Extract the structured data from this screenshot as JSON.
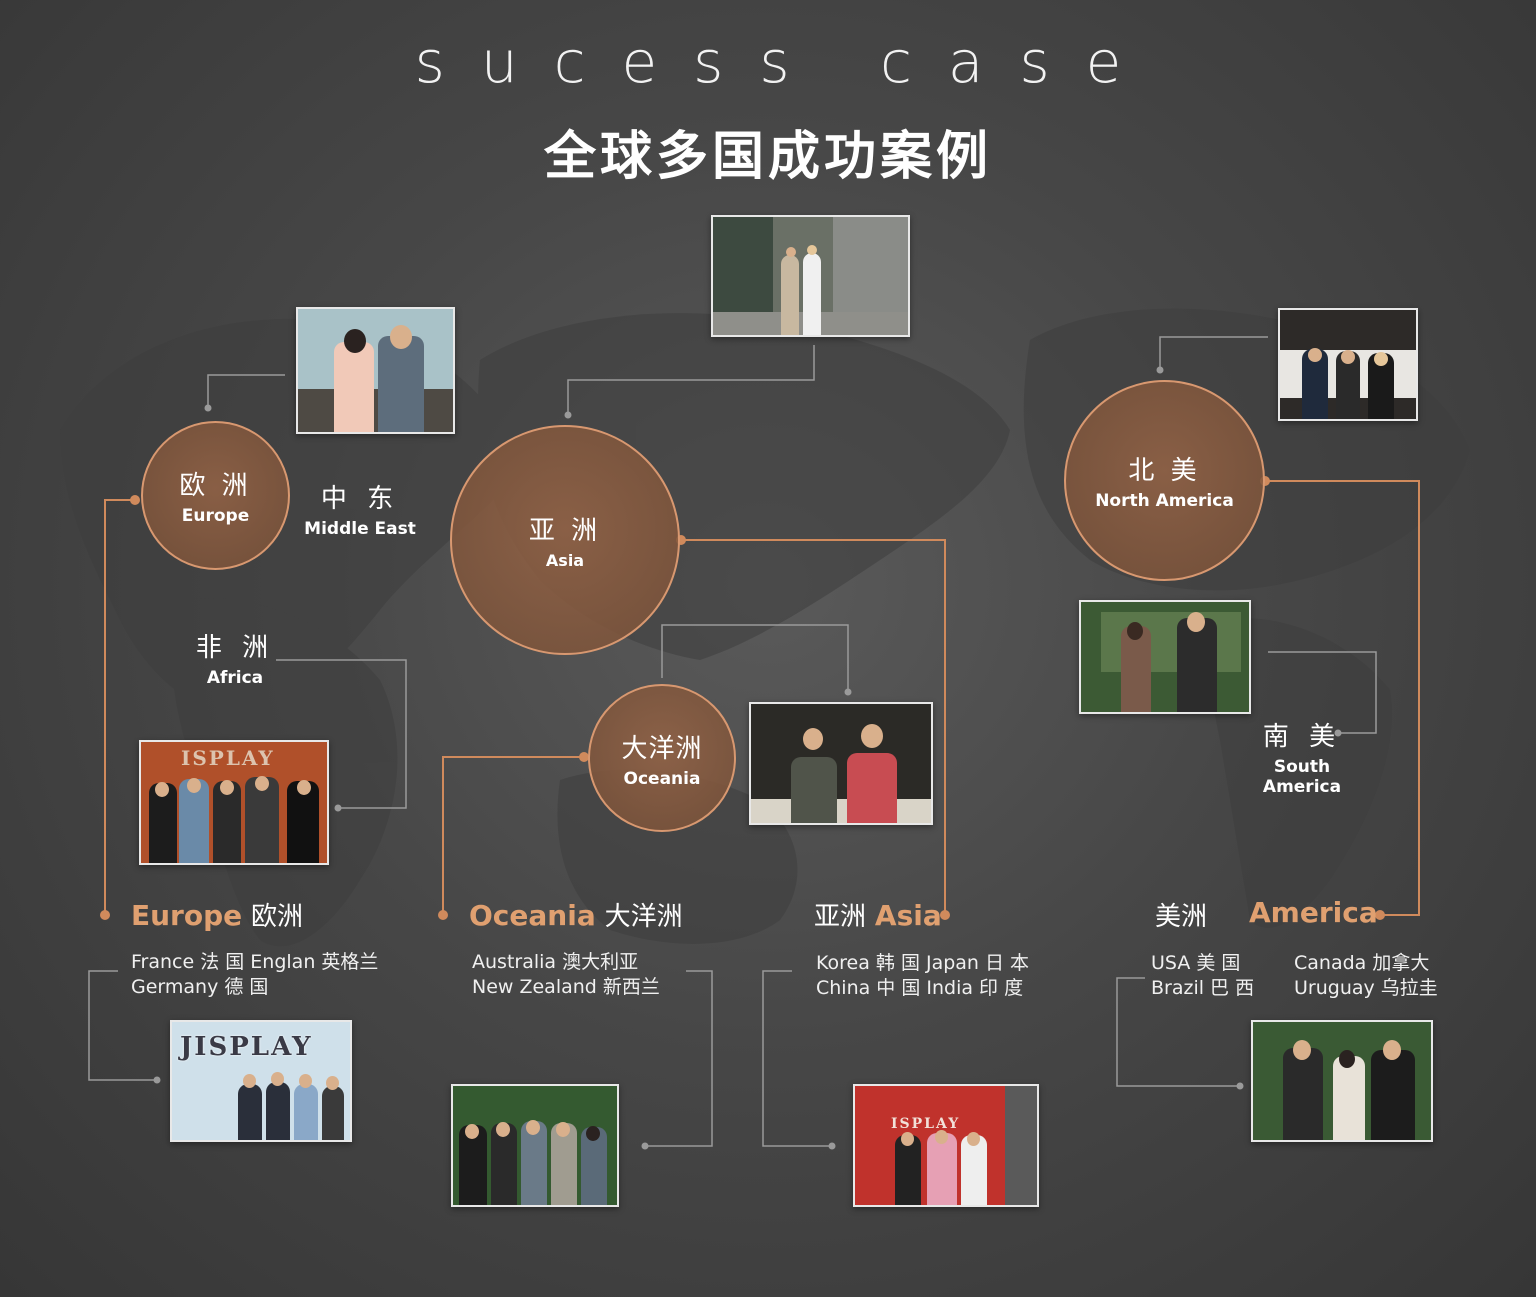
{
  "header": {
    "title_en": "sucess case",
    "title_cn": "全球多国成功案例"
  },
  "colors": {
    "accent": "#d89870",
    "accent_text": "#e0a070",
    "line_orange": "#d08a5c",
    "line_gray": "#9a9a9a",
    "background": "#474747"
  },
  "regions": {
    "europe": {
      "cn": "欧 洲",
      "en": "Europe"
    },
    "middle_east": {
      "cn": "中 东",
      "en": "Middle East"
    },
    "asia": {
      "cn": "亚 洲",
      "en": "Asia"
    },
    "north_america": {
      "cn": "北 美",
      "en": "North America"
    },
    "africa": {
      "cn": "非 洲",
      "en": "Africa"
    },
    "oceania": {
      "cn": "大洋洲",
      "en": "Oceania"
    },
    "south_america": {
      "cn": "南 美",
      "en": "South America"
    }
  },
  "sections": {
    "europe": {
      "head_en": "Europe",
      "head_cn": "欧洲",
      "countries": [
        "France 法 国  Englan  英格兰",
        "Germany  德 国"
      ]
    },
    "oceania": {
      "head_en": "Oceania",
      "head_cn": "大洋洲",
      "countries": [
        "Australia  澳大利亚",
        "New Zealand  新西兰"
      ]
    },
    "asia": {
      "head_cn": "亚洲",
      "head_en": "Asia",
      "countries": [
        "Korea 韩 国    Japan 日 本",
        "China 中 国     India  印 度"
      ]
    },
    "america": {
      "head_cn": "美洲",
      "head_en": "America",
      "countries_left": [
        "USA  美 国",
        "Brazil  巴 西"
      ],
      "countries_right": [
        "Canada  加拿大",
        "Uruguay 乌拉圭"
      ]
    }
  },
  "photos": {
    "logo_text": "ISPLAY",
    "logo_text_alt": "JISPLAY"
  }
}
